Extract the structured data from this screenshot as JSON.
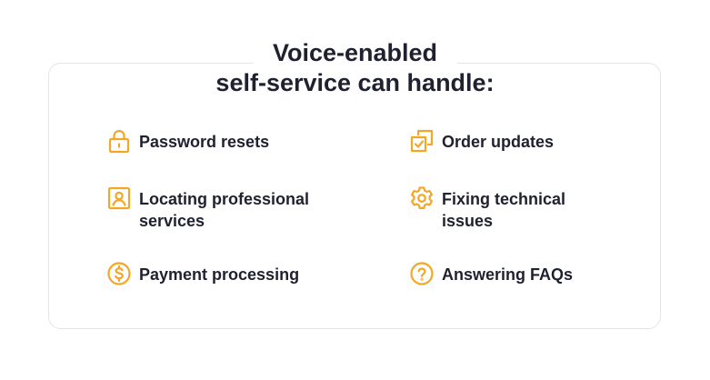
{
  "title": {
    "line1": "Voice-enabled",
    "line2": "self-service can handle:"
  },
  "accent_color": "#F5A623",
  "items": [
    {
      "label": "Password resets",
      "icon": "lock-icon"
    },
    {
      "label": "Order updates",
      "icon": "checked-copy-icon"
    },
    {
      "label": "Locating professional\nservices",
      "icon": "user-badge-icon"
    },
    {
      "label": "Fixing technical\nissues",
      "icon": "gear-icon"
    },
    {
      "label": "Payment processing",
      "icon": "dollar-coin-icon"
    },
    {
      "label": "Answering FAQs",
      "icon": "question-circle-icon"
    }
  ]
}
